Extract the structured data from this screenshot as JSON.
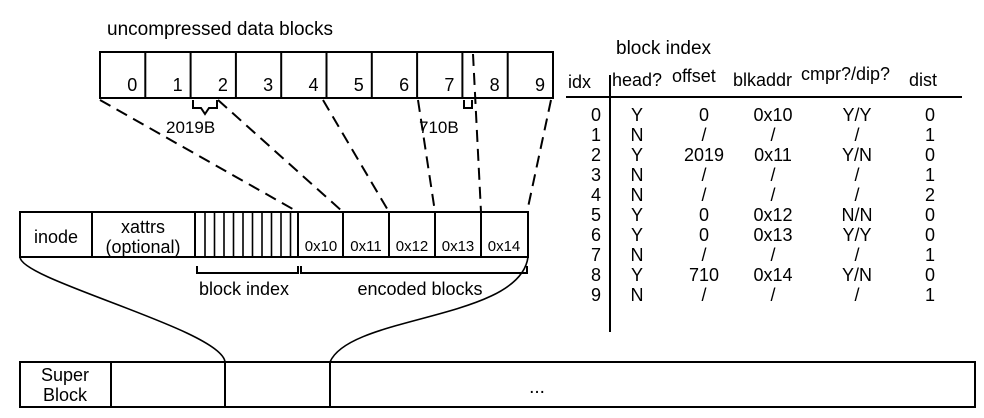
{
  "uncompressed": {
    "title": "uncompressed data blocks",
    "blocks": [
      "0",
      "1",
      "2",
      "3",
      "4",
      "5",
      "6",
      "7",
      "8",
      "9"
    ],
    "size_labels": [
      "2019B",
      "710B"
    ]
  },
  "inode_layout": {
    "inode_label": "inode",
    "xattrs_label_1": "xattrs",
    "xattrs_label_2": "(optional)",
    "encoded_blocks": [
      "0x10",
      "0x11",
      "0x12",
      "0x13",
      "0x14"
    ],
    "block_index_label": "block index",
    "encoded_blocks_label": "encoded blocks"
  },
  "disk": {
    "super_block_1": "Super",
    "super_block_2": "Block",
    "ellipsis": "..."
  },
  "index_table": {
    "title": "block index",
    "headers": [
      "idx",
      "head?",
      "offset",
      "blkaddr",
      "cmpr?/dip?",
      "dist"
    ],
    "rows": [
      [
        "0",
        "Y",
        "0",
        "0x10",
        "Y/Y",
        "0"
      ],
      [
        "1",
        "N",
        "/",
        "/",
        "/",
        "1"
      ],
      [
        "2",
        "Y",
        "2019",
        "0x11",
        "Y/N",
        "0"
      ],
      [
        "3",
        "N",
        "/",
        "/",
        "/",
        "1"
      ],
      [
        "4",
        "N",
        "/",
        "/",
        "/",
        "2"
      ],
      [
        "5",
        "Y",
        "0",
        "0x12",
        "N/N",
        "0"
      ],
      [
        "6",
        "Y",
        "0",
        "0x13",
        "Y/Y",
        "0"
      ],
      [
        "7",
        "N",
        "/",
        "/",
        "/",
        "1"
      ],
      [
        "8",
        "Y",
        "710",
        "0x14",
        "Y/N",
        "0"
      ],
      [
        "9",
        "N",
        "/",
        "/",
        "/",
        "1"
      ]
    ]
  }
}
